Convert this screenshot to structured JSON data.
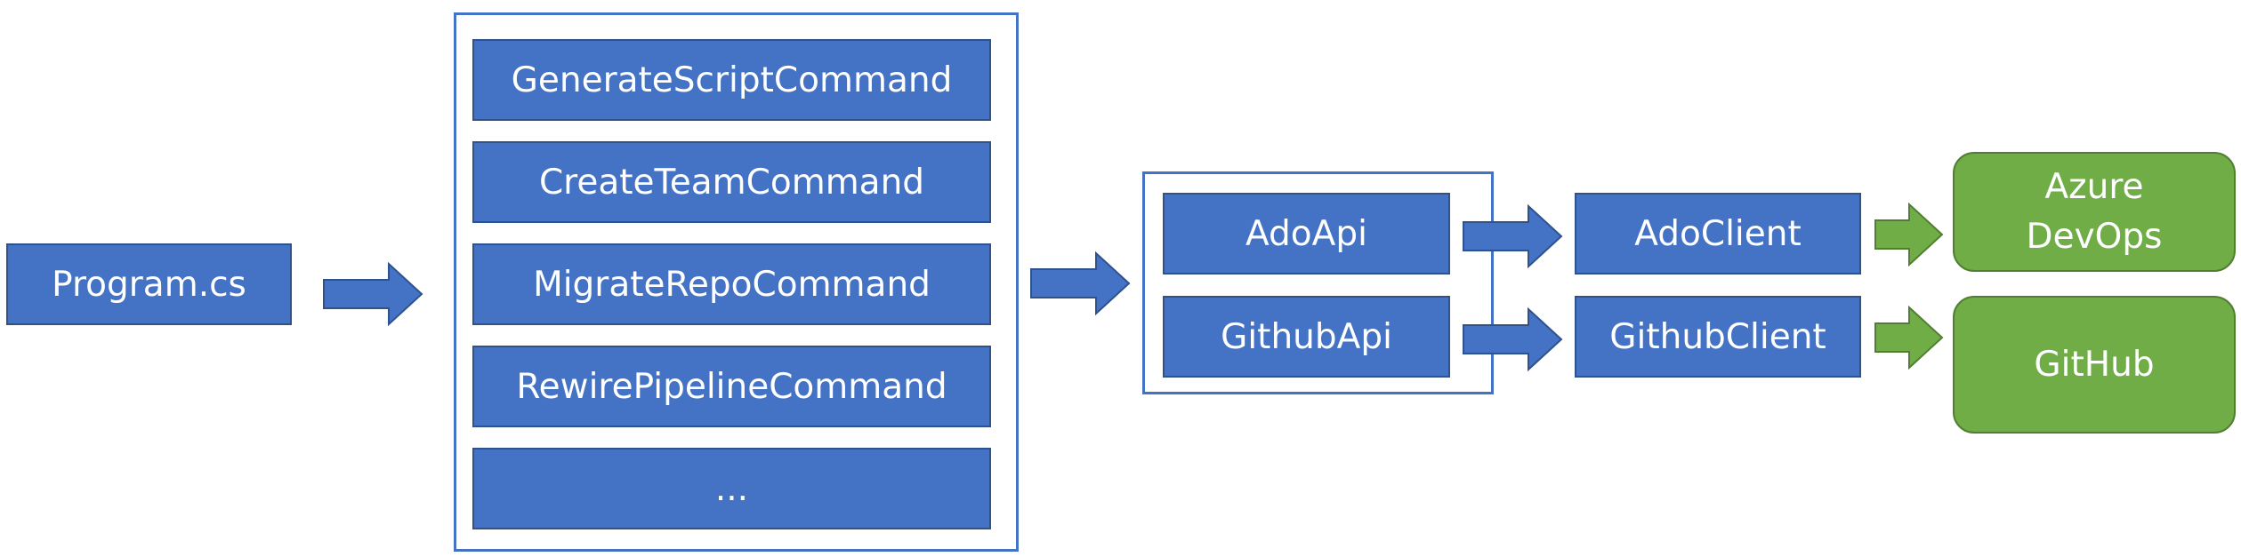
{
  "entry": {
    "label": "Program.cs"
  },
  "commands": {
    "items": [
      "GenerateScriptCommand",
      "CreateTeamCommand",
      "MigrateRepoCommand",
      "RewirePipelineCommand",
      "..."
    ]
  },
  "apis": {
    "ado": "AdoApi",
    "github": "GithubApi"
  },
  "clients": {
    "ado": "AdoClient",
    "github": "GithubClient"
  },
  "targets": {
    "azure_line1": "Azure",
    "azure_line2": "DevOps",
    "github": "GitHub"
  },
  "colors": {
    "blue_fill": "#4472C4",
    "blue_border": "#2F528F",
    "green_fill": "#70AD47",
    "green_border": "#507E32"
  }
}
